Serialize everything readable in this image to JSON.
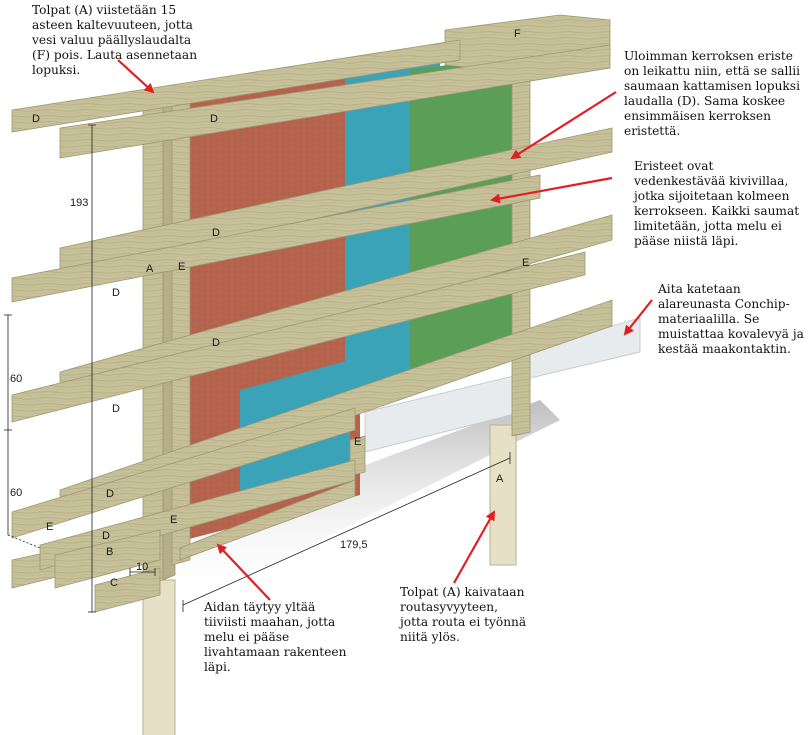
{
  "notes": {
    "top_left": "Tolpat (A) viistetään 15 asteen kaltevuuteen, jotta vesi valuu päällyslaudalta (F) pois. Lauta asennetaan lopuksi.",
    "top_right": "Uloimman kerroksen eriste on leikattu niin, että se sallii saumaan kattamisen lopuksi laudalla (D). Sama koskee ensimmäisen kerroksen eristettä.",
    "mid_right": "Eristeet ovat vedenkestävää kivivillaa, jotka sijoitetaan kolmeen kerrokseen. Kaikki saumat limitetään, jotta melu ei pääse niistä läpi.",
    "lower_right": "Aita katetaan alareunasta Conchip-materiaalilla. Se muistattaa kovalevyä ja kestää maakontaktin.",
    "bottom_mid": "Tolpat (A) kaivataan routasyvyyteen, jotta routa ei työnnä niitä ylös.",
    "bottom_left": "Aidan täytyy yltää tiiviisti maahan, jotta melu ei pääse livahtamaan rakenteen läpi."
  },
  "dimensions": {
    "height_total": "193",
    "spacing_upper": "60",
    "spacing_lower": "60",
    "length": "179,5",
    "gap": "10"
  },
  "labels": {
    "A": "A",
    "B": "B",
    "C": "C",
    "D": "D",
    "E": "E",
    "F": "F"
  },
  "colors": {
    "wood": "#c9c39a",
    "insulation_red": "#b5634c",
    "insulation_blue": "#3aa3b8",
    "insulation_green": "#5a9e57",
    "conchip": "#e8ebee",
    "arrow": "#e02020"
  }
}
